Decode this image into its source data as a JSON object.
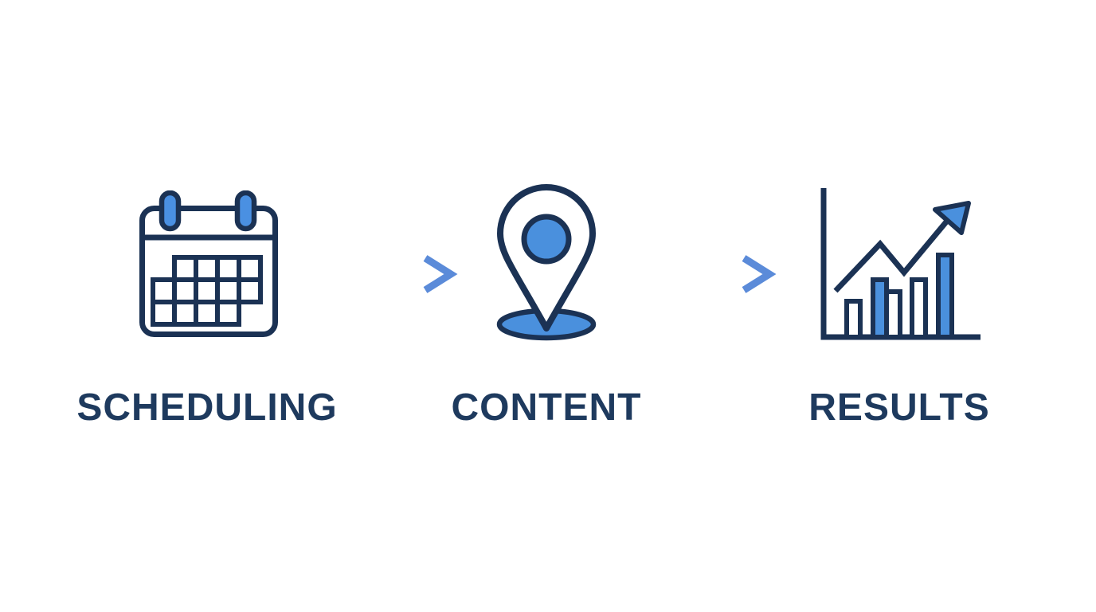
{
  "page": {
    "background": "#ffffff"
  },
  "diagram": {
    "steps": [
      {
        "label": "SCHEDULING",
        "icon": "calendar-icon"
      },
      {
        "label": "CONTENT",
        "icon": "location-pin-icon"
      },
      {
        "label": "RESULTS",
        "icon": "growth-chart-icon"
      }
    ],
    "connectors": [
      {
        "icon": "arrow-right-icon"
      },
      {
        "icon": "arrow-right-icon"
      }
    ]
  },
  "colors": {
    "background": "#ffffff",
    "outline_navy": "#1b3254",
    "label_navy": "#1e3a5e",
    "fill_blue": "#4a90dd",
    "ring_blue": "#4a90e2",
    "arrow_blue": "#5b8bd9",
    "arrow_fade": "#f6fafe"
  }
}
